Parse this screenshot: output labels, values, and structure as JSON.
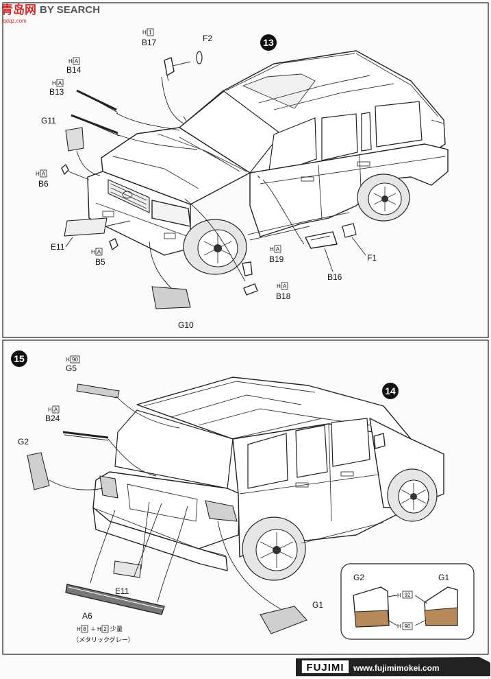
{
  "watermark": {
    "cn": "青岛网",
    "en": "BY SEARCH",
    "url": "qdqz.com"
  },
  "colors": {
    "accent_red": "#d92b2b",
    "ink": "#111111",
    "panel_fill": "#e2e2e2"
  },
  "step13": {
    "number": "13",
    "parts": {
      "f2": "F2",
      "b17": "B17",
      "b17_paint": "1",
      "b14": "B14",
      "b14_paint": "A",
      "b13": "B13",
      "b13_paint": "A",
      "g11": "G11",
      "b6": "B6",
      "b6_paint": "A",
      "e11": "E11",
      "b5": "B5",
      "b5_paint": "A",
      "b19": "B19",
      "b19_paint": "A",
      "b18": "B18",
      "b18_paint": "A",
      "g10": "G10",
      "b16": "B16",
      "f1": "F1"
    }
  },
  "step15": {
    "number": "15",
    "prev_step": "14",
    "parts": {
      "g5": "G5",
      "g5_paint": "90",
      "b24": "B24",
      "b24_paint": "A",
      "g2": "G2",
      "e11": "E11",
      "a6": "A6",
      "g1": "G1",
      "a6_paint_a": "8",
      "a6_paint_b": "2",
      "a6_note_suffix": "少量",
      "a6_color": "（メタリックグレー）"
    },
    "inset": {
      "g2": "G2",
      "g1": "G1",
      "paint_top": "92",
      "paint_bottom": "90"
    }
  },
  "footer": {
    "brand": "FUJIMI",
    "url": "www.fujimimokei.com"
  },
  "h_letter": "H"
}
